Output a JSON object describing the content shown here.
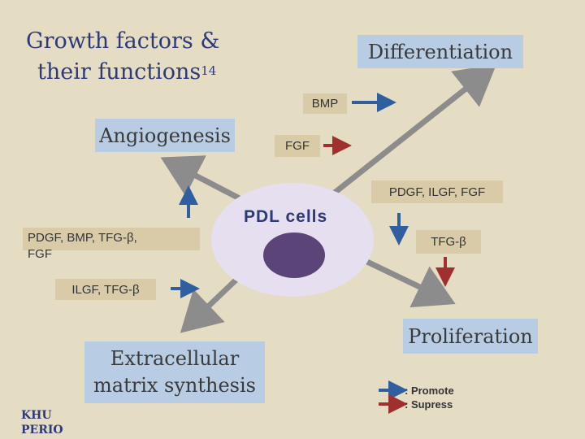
{
  "title": {
    "line1": "Growth factors &",
    "line2": "their functions",
    "superscript": "14"
  },
  "center": {
    "label": "PDL cells"
  },
  "outcomes": {
    "differentiation": "Differentiation",
    "angiogenesis": "Angiogenesis",
    "proliferation": "Proliferation",
    "ecm_line1": "Extracellular",
    "ecm_line2": "matrix synthesis"
  },
  "factors": {
    "bmp": "BMP",
    "fgf": "FGF",
    "pdgf_ilgf_fgf": "PDGF, ILGF, FGF",
    "tfg_beta": "TFG-β",
    "pdgf_bmp_tfg_line1": "PDGF, BMP, TFG-β,",
    "pdgf_bmp_tfg_line2": "FGF",
    "ilgf_tfg": "ILGF, TFG-β"
  },
  "legend": {
    "promote": ": Promote",
    "supress": ": Supress"
  },
  "footer": {
    "line1": "KHU",
    "line2": "PERIO"
  },
  "colors": {
    "background": "#e5dcc4",
    "promote_arrow": "#2f5f9e",
    "supress_arrow": "#a03030",
    "cell": "#e6dff0",
    "nucleus": "#5a4478",
    "gray_arrow": "#8c8c8c"
  }
}
